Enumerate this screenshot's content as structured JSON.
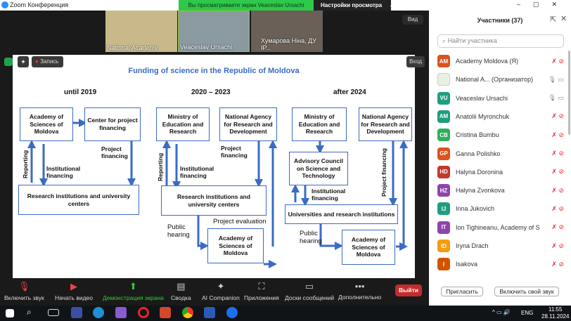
{
  "window": {
    "title": "Zoom Конференция",
    "share_banner": "Вы просматриваете экран Veaceslav Ursachi",
    "view_settings": "Настройки просмотра",
    "view_button": "Вид",
    "record_button": "Запись",
    "enter_button": "Вход"
  },
  "videos": [
    {
      "name": "National Academy"
    },
    {
      "name": "Veaceslav Ursachi"
    },
    {
      "name": "Хумарова Ніна, ДУ ІР..."
    }
  ],
  "slide": {
    "title": "Funding of science in the Republic of Moldova",
    "col1": {
      "header": "until 2019",
      "academy": "Academy of Sciences of Moldova",
      "center": "Center for project financing",
      "research": "Research institutions and university centers",
      "reporting": "Reporting",
      "institutional": "Institutional financing",
      "project": "Project financing"
    },
    "col2": {
      "header": "2020 – 2023",
      "ministry": "Ministry of Education and Research",
      "agency": "National Agency for Research and Development",
      "research": "Research institutions and university centers",
      "reporting": "Reporting",
      "institutional": "Institutional financing",
      "project": "Project financing",
      "public_hearing": "Public hearing",
      "project_evaluation": "Project evaluation",
      "academy": "Academy of Sciences of Moldova"
    },
    "col3": {
      "header": "after 2024",
      "ministry": "Ministry of Education and Research",
      "agency": "National Agency for Research and Development",
      "council": "Advisory Council on Science and Technology",
      "institutional": "Institutional financing",
      "universities": "Universities and research institutions",
      "project": "Project financing",
      "public_hearing": "Public hearing",
      "academy": "Academy of Sciences of Moldova"
    }
  },
  "participants_panel": {
    "title": "Участники (37)",
    "search_placeholder": "Найти участника",
    "invite": "Пригласить",
    "unmute_self": "Включить свой звук",
    "participants": [
      {
        "initials": "AM",
        "name": "Academy Moldova (Я)",
        "color": "#d9541e"
      },
      {
        "initials": "",
        "name": "National A...  (Организатор)",
        "color": "#e8f0e0"
      },
      {
        "initials": "VU",
        "name": "Veaceslav Ursachi",
        "color": "#1f9e7e"
      },
      {
        "initials": "AM",
        "name": "Anatolii Myronchuk",
        "color": "#1f9e7e"
      },
      {
        "initials": "CB",
        "name": "Cristina Bumbu",
        "color": "#2fae5e"
      },
      {
        "initials": "GP",
        "name": "Ganna Polishko",
        "color": "#d9541e"
      },
      {
        "initials": "HD",
        "name": "Halyna Doronina",
        "color": "#c0392b"
      },
      {
        "initials": "HZ",
        "name": "Halyna Zvonkova",
        "color": "#8e44ad"
      },
      {
        "initials": "IJ",
        "name": "Inna Jukovich",
        "color": "#1f9e7e"
      },
      {
        "initials": "IT",
        "name": "Ion Tighineanu, Academy of Sci...",
        "color": "#8e44ad"
      },
      {
        "initials": "ID",
        "name": "Iryna Drach",
        "color": "#f39c12"
      },
      {
        "initials": "I",
        "name": "Isakova",
        "color": "#d35400"
      }
    ]
  },
  "toolbar": {
    "unmute": "Включить звук",
    "start_video": "Начать видео",
    "share": "Демонстрация экрана",
    "summary": "Сводка",
    "ai": "AI Companion",
    "apps": "Приложения",
    "whiteboards": "Доски сообщений",
    "more": "Дополнительно",
    "leave": "Выйти"
  },
  "tray": {
    "lang": "ENG",
    "time": "11:55",
    "date": "28.11.2024"
  }
}
